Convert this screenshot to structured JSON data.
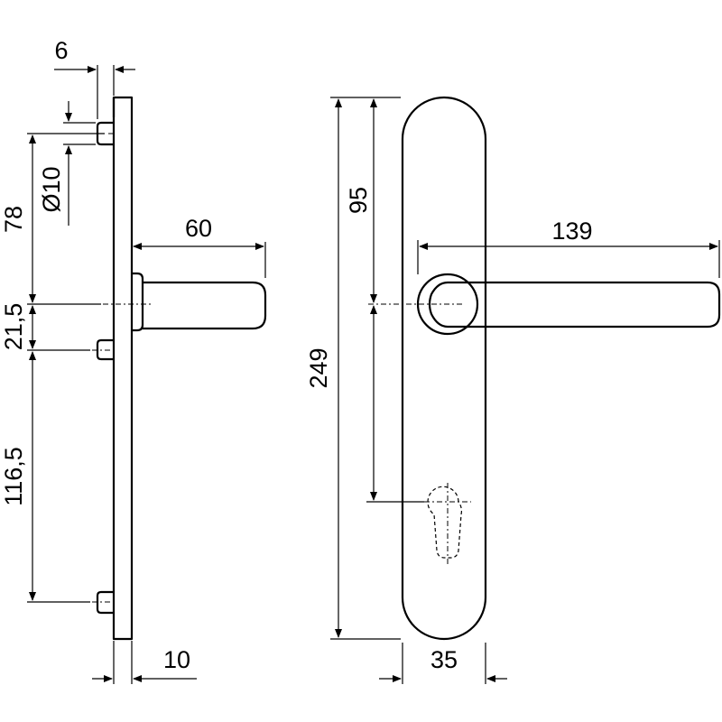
{
  "dimensions": {
    "side_view": {
      "pin_width": "6",
      "pin_diameter": "Ø10",
      "top_to_handle": "78",
      "handle_projection": "60",
      "handle_to_fixing": "21,5",
      "fixing_spacing": "116,5",
      "plate_thickness": "10"
    },
    "front_view": {
      "top_to_handle": "95",
      "handle_length": "139",
      "plate_height": "249",
      "plate_width": "35"
    }
  }
}
